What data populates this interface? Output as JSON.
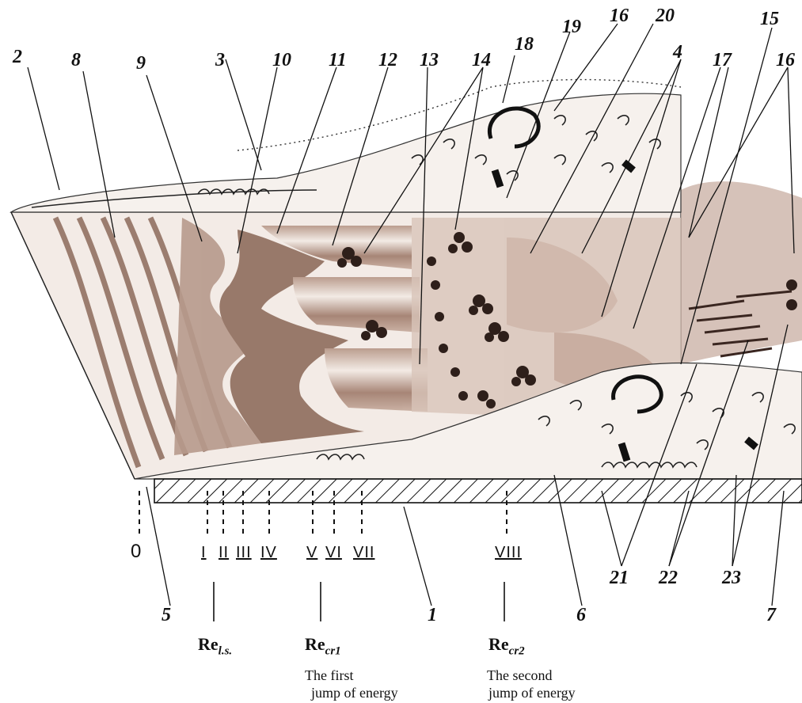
{
  "labels": {
    "n1": "1",
    "n2": "2",
    "n3": "3",
    "n4": "4",
    "n5": "5",
    "n6": "6",
    "n7": "7",
    "n8": "8",
    "n9": "9",
    "n10": "10",
    "n11": "11",
    "n12": "12",
    "n13": "13",
    "n14": "14",
    "n15": "15",
    "n16a": "16",
    "n16b": "16",
    "n17": "17",
    "n18": "18",
    "n19": "19",
    "n20": "20",
    "n21": "21",
    "n22": "22",
    "n23": "23"
  },
  "roman": [
    "I",
    "II",
    "III",
    "IV",
    "V",
    "VI",
    "VII",
    "VIII"
  ],
  "origin": "0",
  "reynolds": {
    "ls": {
      "base": "Re",
      "sub": "l.s."
    },
    "cr1": {
      "base": "Re",
      "sub": "cr1"
    },
    "cr2": {
      "base": "Re",
      "sub": "cr2"
    }
  },
  "captions": {
    "first_line1": "The first",
    "first_line2": "jump of energy",
    "second_line1": "The second",
    "second_line2": "jump of energy"
  },
  "colors": {
    "sepia_dark": "#6b4a3c",
    "sepia_mid": "#a88676",
    "sepia_light": "#e8d8cf",
    "ink": "#111111"
  }
}
